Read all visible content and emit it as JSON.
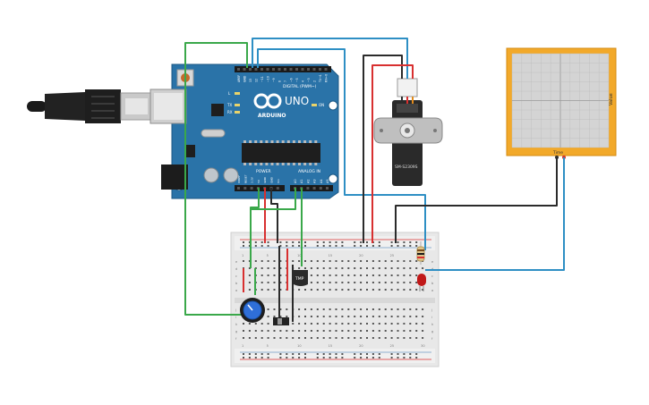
{
  "arduino": {
    "logo_text": "ARDUINO",
    "model": "UNO",
    "digital_label": "DIGITAL (PWM~)",
    "power_label": "POWER",
    "analog_label": "ANALOG IN",
    "tx_label": "TX",
    "rx_label": "RX",
    "l_label": "L",
    "on_label": "ON",
    "digital_pins": [
      "AREF",
      "GND",
      "13",
      "12",
      "~11",
      "~10",
      "~9",
      "8",
      "7",
      "~6",
      "~5",
      "4",
      "~3",
      "2",
      "TX→1",
      "RX←0"
    ],
    "power_pins": [
      "IOREF",
      "RESET",
      "3.3V",
      "5V",
      "GND",
      "GND",
      "Vin"
    ],
    "analog_pins": [
      "A0",
      "A1",
      "A2",
      "A3",
      "A4",
      "A5"
    ]
  },
  "servo": {
    "label": "SM-S2309S"
  },
  "sensor": {
    "label": "TMP"
  },
  "oscilloscope": {
    "side_label": "Value",
    "bottom_label": "Time"
  },
  "breadboard": {
    "col_numbers": [
      "1",
      "5",
      "10",
      "15",
      "20",
      "25",
      "30"
    ],
    "row_letters": [
      "a",
      "b",
      "c",
      "d",
      "e",
      "f",
      "g",
      "h",
      "i",
      "j"
    ]
  },
  "colors": {
    "board": "#2a73a8",
    "wire_green": "#3aa84a",
    "wire_blue": "#2e8fc4",
    "wire_black": "#2b2b2b",
    "wire_red": "#d83030",
    "scope_frame": "#f2a92a",
    "led": "#c01818"
  }
}
